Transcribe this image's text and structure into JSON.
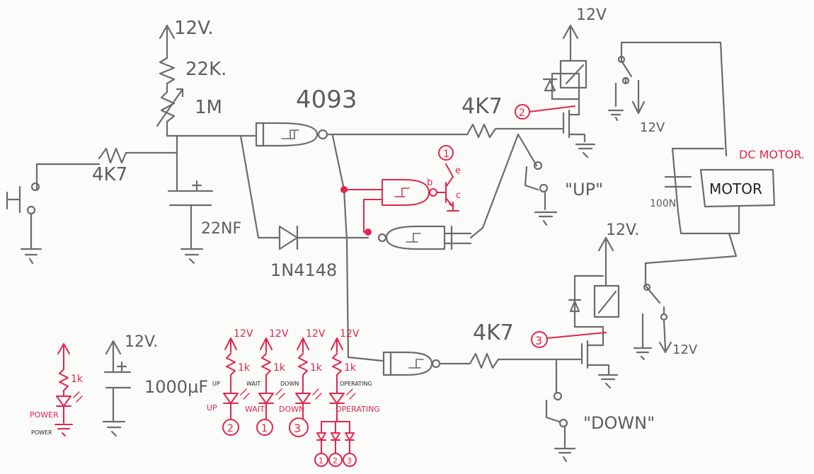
{
  "supply": {
    "v12": "12V."
  },
  "timing": {
    "r1": "22K.",
    "r2": "1M",
    "cap": "22NF"
  },
  "input": {
    "r": "4K7"
  },
  "chip": {
    "name": "4093"
  },
  "diode": {
    "name": "1N4148"
  },
  "up": {
    "supply": "12V",
    "res": "4K7",
    "label": "\"UP\"",
    "motor_supply": "12V"
  },
  "down": {
    "supply": "12V.",
    "res": "4K7",
    "label": "\"DOWN\"",
    "motor_supply": "12V"
  },
  "motor": {
    "title": "DC MOTOR.",
    "box": "MOTOR",
    "cap": "100N"
  },
  "nodes": {
    "n1": "1",
    "n2": "2",
    "n3": "3"
  },
  "transistor": {
    "b": "b",
    "e": "e",
    "c": "c"
  },
  "bulk": {
    "v": "12V.",
    "cap": "1000µF"
  },
  "leds": {
    "supply": "12V",
    "res": "1k",
    "power": "POWER",
    "up": "UP",
    "wait": "WAIT",
    "down": "DOWN",
    "operating": "OPERATING"
  },
  "printed": {
    "up": "UP",
    "wait": "WAIT",
    "down": "DOWN",
    "operating": "OPERATING",
    "power": "POWER"
  }
}
